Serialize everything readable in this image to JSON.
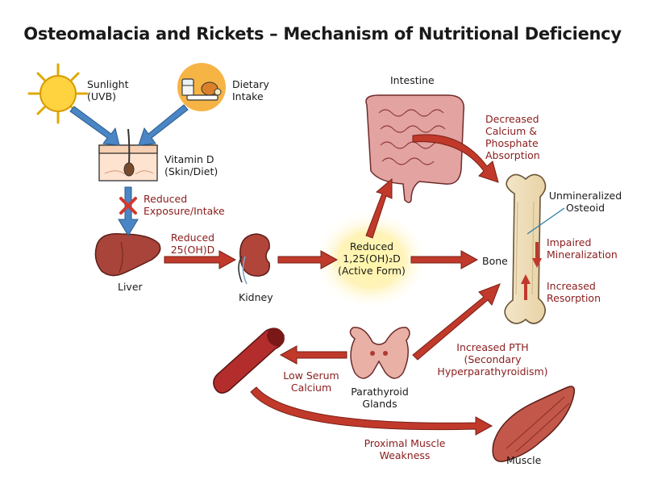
{
  "title": "Osteomalacia and Rickets – Mechanism of Nutritional Deficiency",
  "nodes": {
    "sunlight": [
      "Sunlight",
      "(UVB)"
    ],
    "diet": [
      "Dietary",
      "Intake"
    ],
    "vitd": [
      "Vitamin D",
      "(Skin/Diet)"
    ],
    "liver": "Liver",
    "kidney": "Kidney",
    "active": [
      "Reduced",
      "1,25(OH)₂D",
      "(Active Form)"
    ],
    "intestine": "Intestine",
    "bone": "Bone",
    "osteoid": [
      "Unmineralized",
      "Osteoid"
    ],
    "parathyroid": [
      "Parathyroid",
      "Glands"
    ],
    "muscle": "Muscle"
  },
  "edges": {
    "reduced_exposure": [
      "Reduced",
      "Exposure/Intake"
    ],
    "reduced_25": [
      "Reduced",
      "25(OH)D"
    ],
    "absorption": [
      "Decreased",
      "Calcium &",
      "Phosphate",
      "Absorption"
    ],
    "impaired": [
      "Impaired",
      "Mineralization"
    ],
    "resorption": [
      "Increased",
      "Resorption"
    ],
    "pth": [
      "Increased PTH",
      "(Secondary",
      "Hyperparathyroidism)"
    ],
    "low_calcium": [
      "Low Serum",
      "Calcium"
    ],
    "muscle_weak": [
      "Proximal Muscle",
      "Weakness"
    ]
  },
  "colors": {
    "blue_arrow": "#4a86c5",
    "red_arrow": "#c0392b",
    "label_red": "#8a1c1c"
  }
}
